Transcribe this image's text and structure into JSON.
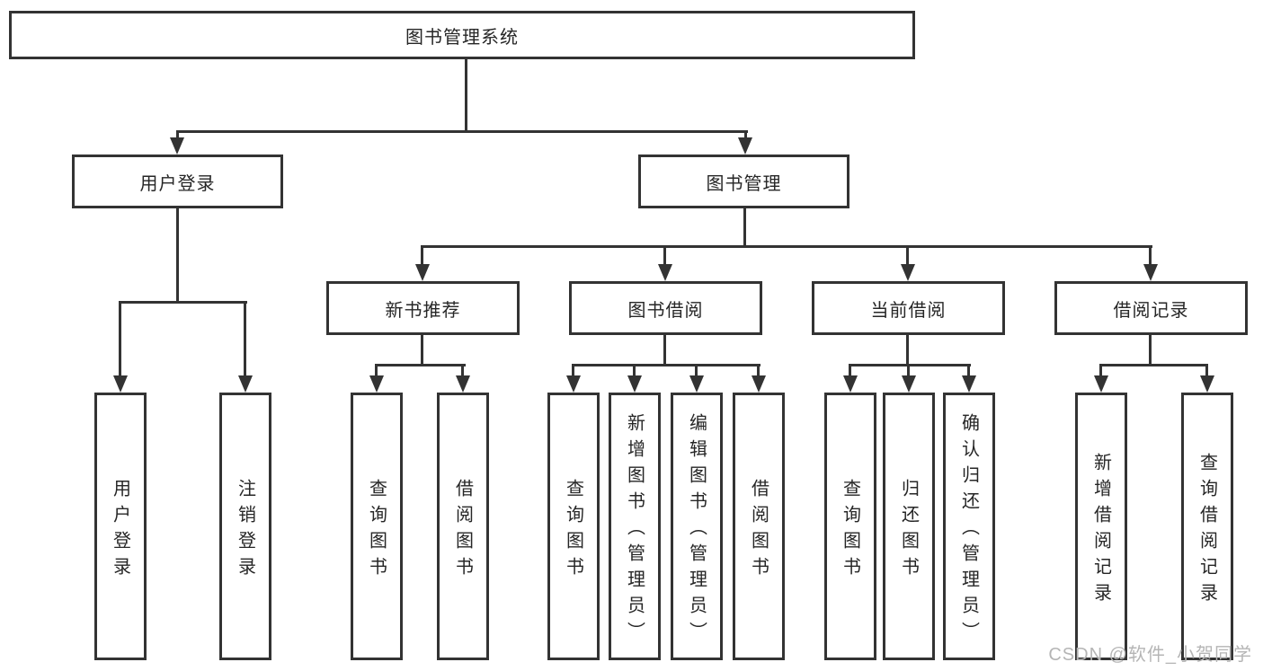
{
  "colors": {
    "line": "#333333",
    "text": "#262626",
    "watermark": "#b5b5b5",
    "background": "#ffffff"
  },
  "watermark": {
    "text": "CSDN @软件_小贺同学"
  },
  "tree": {
    "label": "图书管理系统",
    "children": [
      {
        "label": "用户登录",
        "children": [
          {
            "label": "用户登录"
          },
          {
            "label": "注销登录"
          }
        ]
      },
      {
        "label": "图书管理",
        "children": [
          {
            "label": "新书推荐",
            "children": [
              {
                "label": "查询图书"
              },
              {
                "label": "借阅图书"
              }
            ]
          },
          {
            "label": "图书借阅",
            "children": [
              {
                "label": "查询图书"
              },
              {
                "label": "新增图书（管理员）"
              },
              {
                "label": "编辑图书（管理员）"
              },
              {
                "label": "借阅图书"
              }
            ]
          },
          {
            "label": "当前借阅",
            "children": [
              {
                "label": "查询图书"
              },
              {
                "label": "归还图书"
              },
              {
                "label": "确认归还（管理员）"
              }
            ]
          },
          {
            "label": "借阅记录",
            "children": [
              {
                "label": "新增借阅记录"
              },
              {
                "label": "查询借阅记录"
              }
            ]
          }
        ]
      }
    ]
  }
}
